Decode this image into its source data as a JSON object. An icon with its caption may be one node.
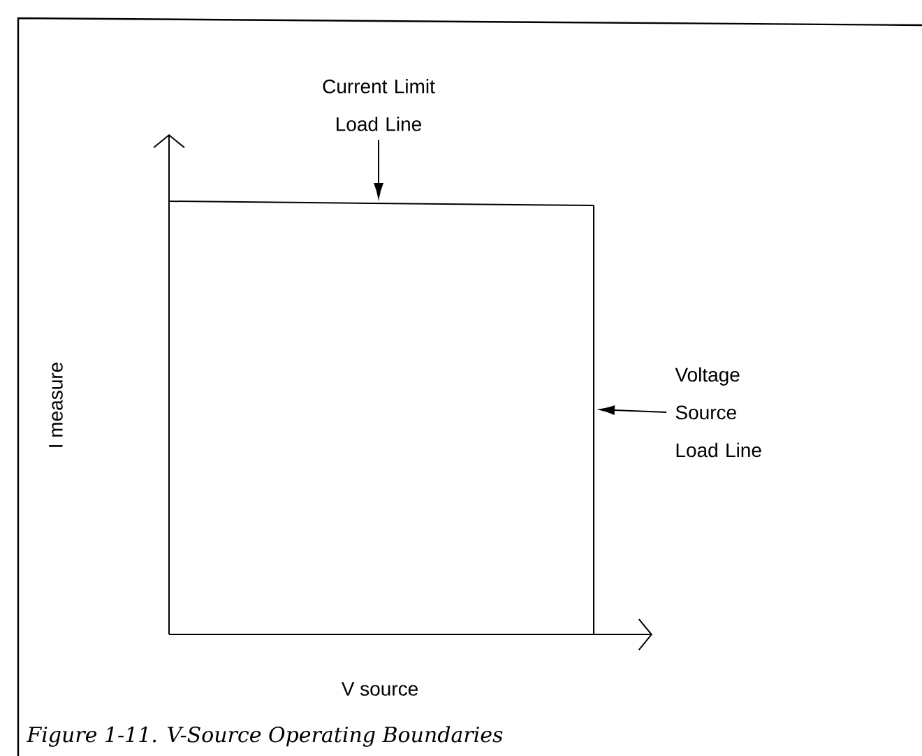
{
  "diagram": {
    "caption": "Figure 1-11.  V-Source Operating Boundaries",
    "nodes": [
      {
        "text": [
          "Current Limit Load Line"
        ]
      },
      {
        "text": [
          "Voltage Source Load Line"
        ]
      }
    ],
    "edges": [
      {
        "from": 0,
        "to": null,
        "arrow": "to"
      },
      {
        "from": 1,
        "to": null,
        "arrow": "to"
      }
    ],
    "labels": [
      "I measure",
      "V source"
    ]
  }
}
